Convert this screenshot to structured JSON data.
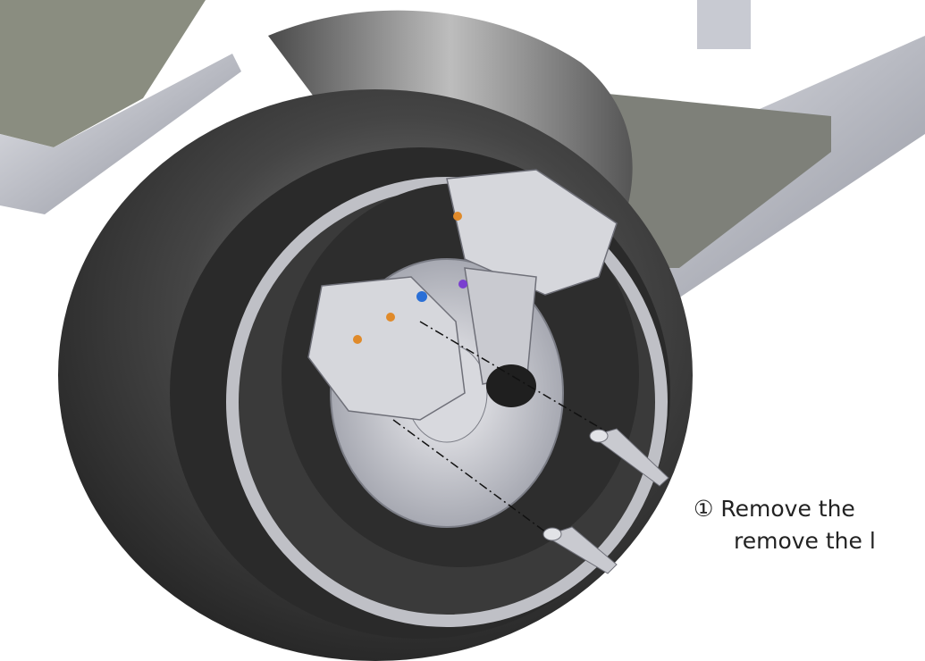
{
  "instruction": {
    "step_marker": "①",
    "line1": "Remove the",
    "line2": "remove the l"
  },
  "colors": {
    "tire": "#3b3b3b",
    "frame": "#b8bac4",
    "caliper": "#d6d7dc",
    "accent_blue": "#2a6fd6",
    "accent_orange": "#e08a2a",
    "accent_purple": "#7a3fd0"
  }
}
